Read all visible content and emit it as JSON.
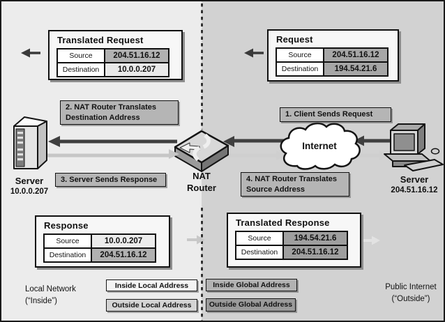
{
  "boxes": {
    "translated_request": {
      "title": "Translated Request",
      "rows": [
        {
          "label": "Source",
          "value": "204.51.16.12",
          "bg": "#b1b1b1"
        },
        {
          "label": "Destination",
          "value": "10.0.0.207",
          "bg": "#e9e9e9"
        }
      ]
    },
    "request": {
      "title": "Request",
      "rows": [
        {
          "label": "Source",
          "value": "204.51.16.12",
          "bg": "#a6a6a6"
        },
        {
          "label": "Destination",
          "value": "194.54.21.6",
          "bg": "#a6a6a6"
        }
      ]
    },
    "response": {
      "title": "Response",
      "rows": [
        {
          "label": "Source",
          "value": "10.0.0.207",
          "bg": "#ececec"
        },
        {
          "label": "Destination",
          "value": "204.51.16.12",
          "bg": "#b1b1b1"
        }
      ]
    },
    "translated_response": {
      "title": "Translated Response",
      "rows": [
        {
          "label": "Source",
          "value": "194.54.21.6",
          "bg": "#9f9f9f"
        },
        {
          "label": "Destination",
          "value": "204.51.16.12",
          "bg": "#9f9f9f"
        }
      ]
    }
  },
  "steps": {
    "step1": "1. Client Sends Request",
    "step2_line1": "2. NAT Router Translates",
    "step2_line2": "Destination Address",
    "step3": "3. Server Sends Response",
    "step4_line1": "4. NAT Router Translates",
    "step4_line2": "Source Address"
  },
  "nodes": {
    "left_server": {
      "name": "Server",
      "address": "10.0.0.207"
    },
    "right_server": {
      "name": "Server",
      "address": "204.51.16.12"
    },
    "nat": {
      "line1": "NAT",
      "line2": "Router"
    },
    "internet": "Internet"
  },
  "legend": [
    {
      "label": "Inside Local Address",
      "color": "#f4f4f4"
    },
    {
      "label": "Outside Local Address",
      "color": "#d4d4d4"
    },
    {
      "label": "Inside Global Address",
      "color": "#b2b2b2"
    },
    {
      "label": "Outside Global Address",
      "color": "#9a9a9a"
    }
  ],
  "regions": {
    "inside_line1": "Local Network",
    "inside_line2": "(“Inside”)",
    "outside_line1": "Public Internet",
    "outside_line2": "(“Outside”)"
  },
  "colors": {
    "panel_left": "#ececec",
    "panel_right": "#d2d2d2",
    "arrow_dark": "#3f3f3f",
    "arrow_light_left": "#c6c6c6",
    "arrow_light_right": "#cfcfcf"
  }
}
